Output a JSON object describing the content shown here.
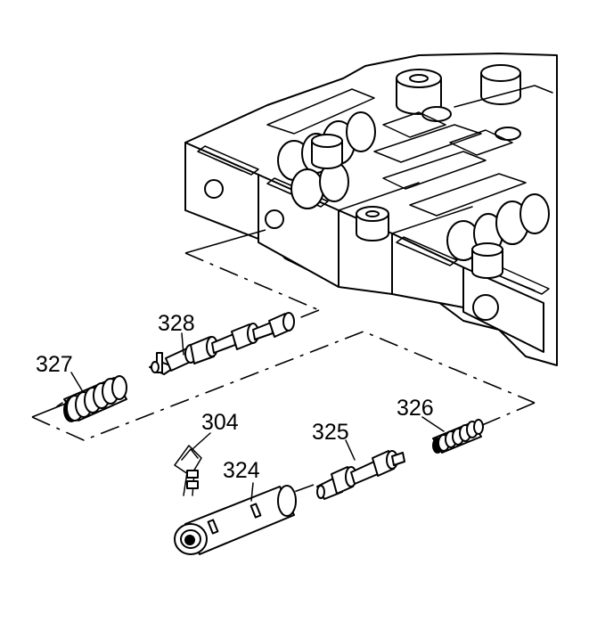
{
  "labels": {
    "spring_327": "327",
    "valve_328": "328",
    "clip_304": "304",
    "sleeve_324": "324",
    "valve_325": "325",
    "spring_326": "326"
  }
}
